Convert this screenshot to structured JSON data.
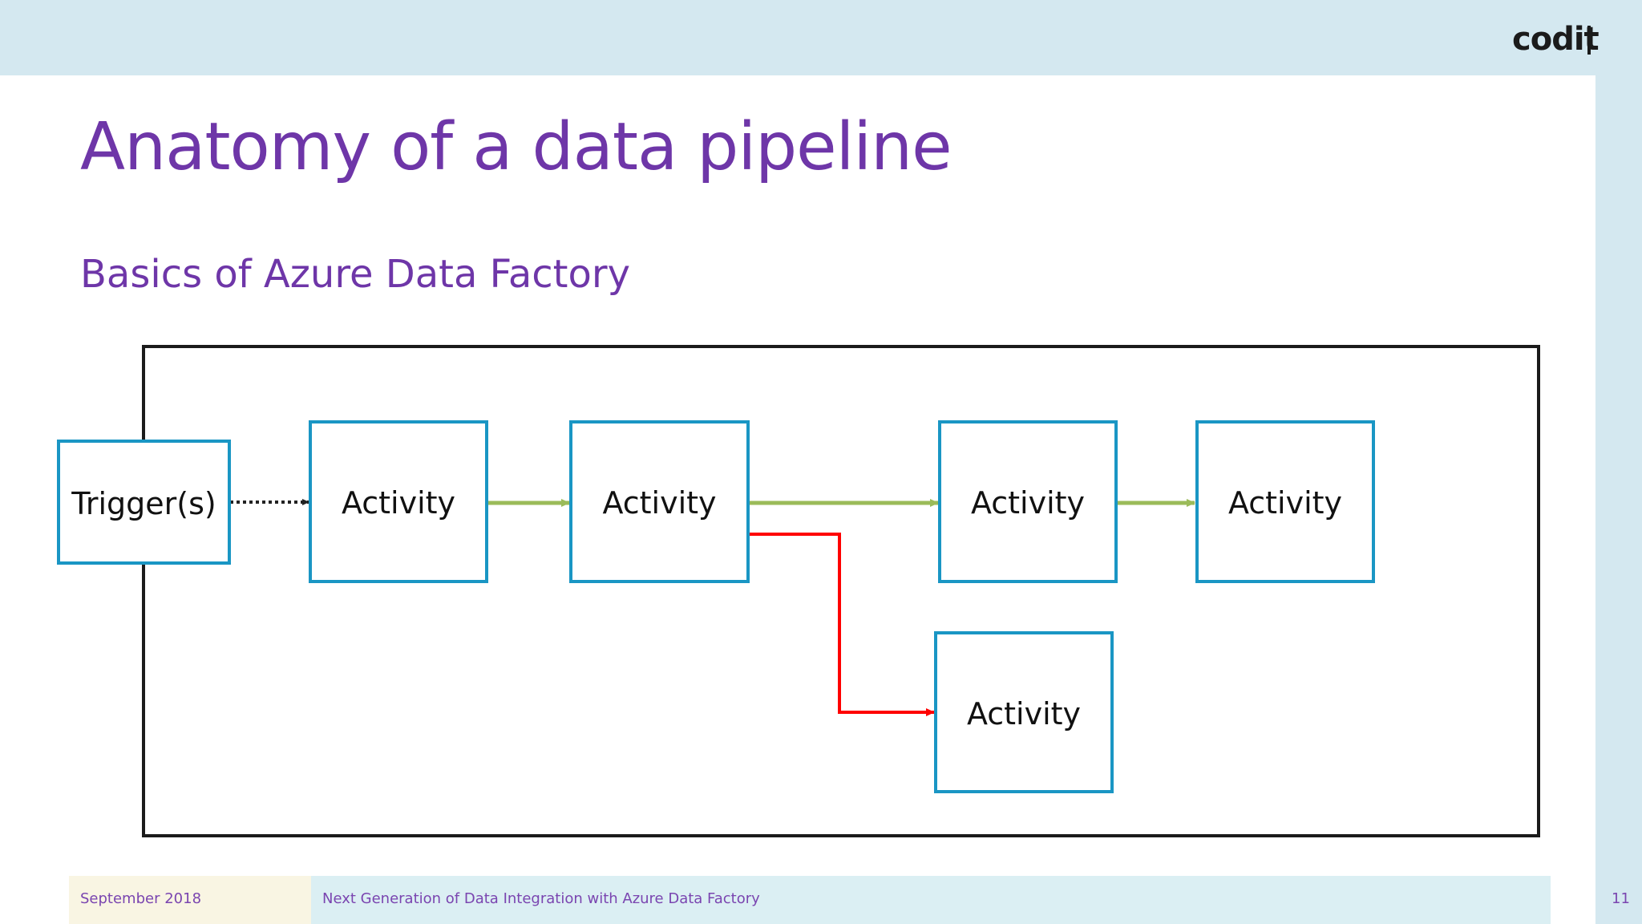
{
  "brand": {
    "logo_text": "codit"
  },
  "slide": {
    "title": "Anatomy of a data pipeline",
    "subtitle": "Basics of Azure Data Factory",
    "page_number": "11"
  },
  "footer": {
    "date": "September 2018",
    "text": "Next Generation of Data Integration with Azure Data Factory"
  },
  "diagram": {
    "nodes": [
      {
        "id": "trigger",
        "label": "Trigger(s)"
      },
      {
        "id": "activity-1",
        "label": "Activity"
      },
      {
        "id": "activity-2",
        "label": "Activity"
      },
      {
        "id": "activity-3",
        "label": "Activity"
      },
      {
        "id": "activity-4",
        "label": "Activity"
      },
      {
        "id": "activity-5",
        "label": "Activity"
      }
    ],
    "edges": [
      {
        "from": "trigger",
        "to": "activity-1",
        "style": "dotted",
        "color": "#222222"
      },
      {
        "from": "activity-1",
        "to": "activity-2",
        "style": "solid",
        "color": "#9bbb59"
      },
      {
        "from": "activity-2",
        "to": "activity-3",
        "style": "solid",
        "color": "#9bbb59"
      },
      {
        "from": "activity-3",
        "to": "activity-4",
        "style": "solid",
        "color": "#9bbb59"
      },
      {
        "from": "activity-2",
        "to": "activity-5",
        "style": "solid",
        "color": "#ff0000"
      }
    ]
  },
  "colors": {
    "title": "#6e36a8",
    "node_border": "#1a96c4",
    "pipeline_border": "#1b1b1b",
    "header_band": "#d4e8f0"
  }
}
